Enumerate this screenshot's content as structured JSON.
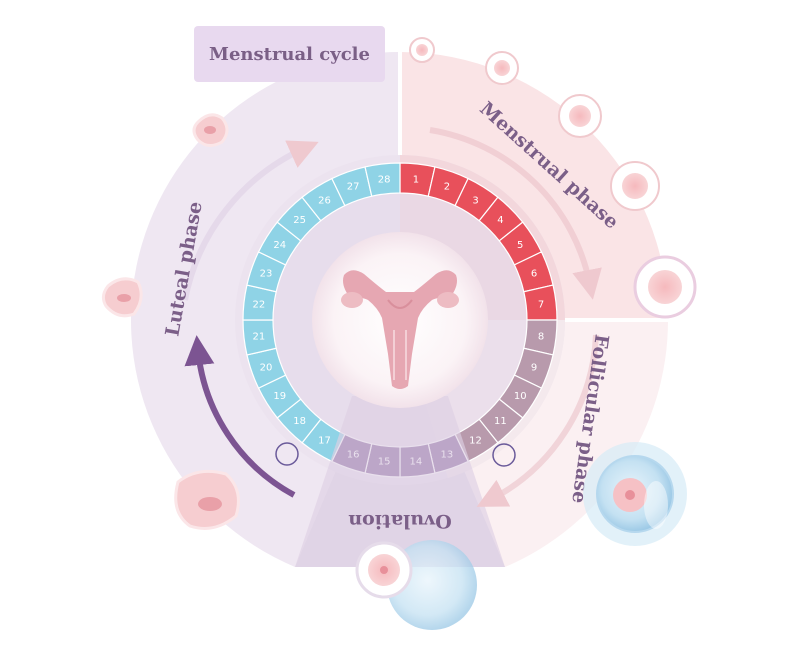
{
  "title": "Menstrual cycle",
  "phases": {
    "menstrual": "Menstrual phase",
    "follicular": "Follicular phase",
    "ovulation": "Ovulation",
    "luteal": "Luteal phase"
  },
  "days": [
    "1",
    "2",
    "3",
    "4",
    "5",
    "6",
    "7",
    "8",
    "9",
    "10",
    "11",
    "12",
    "13",
    "14",
    "15",
    "16",
    "17",
    "18",
    "19",
    "20",
    "21",
    "22",
    "23",
    "24",
    "25",
    "26",
    "27",
    "28"
  ],
  "colors": {
    "menstrual": "#e8505b",
    "follicular": "#b89aac",
    "ovulation": "#7e5a95",
    "luteal": "#8fd3e6",
    "arrow": "#7c5492"
  }
}
